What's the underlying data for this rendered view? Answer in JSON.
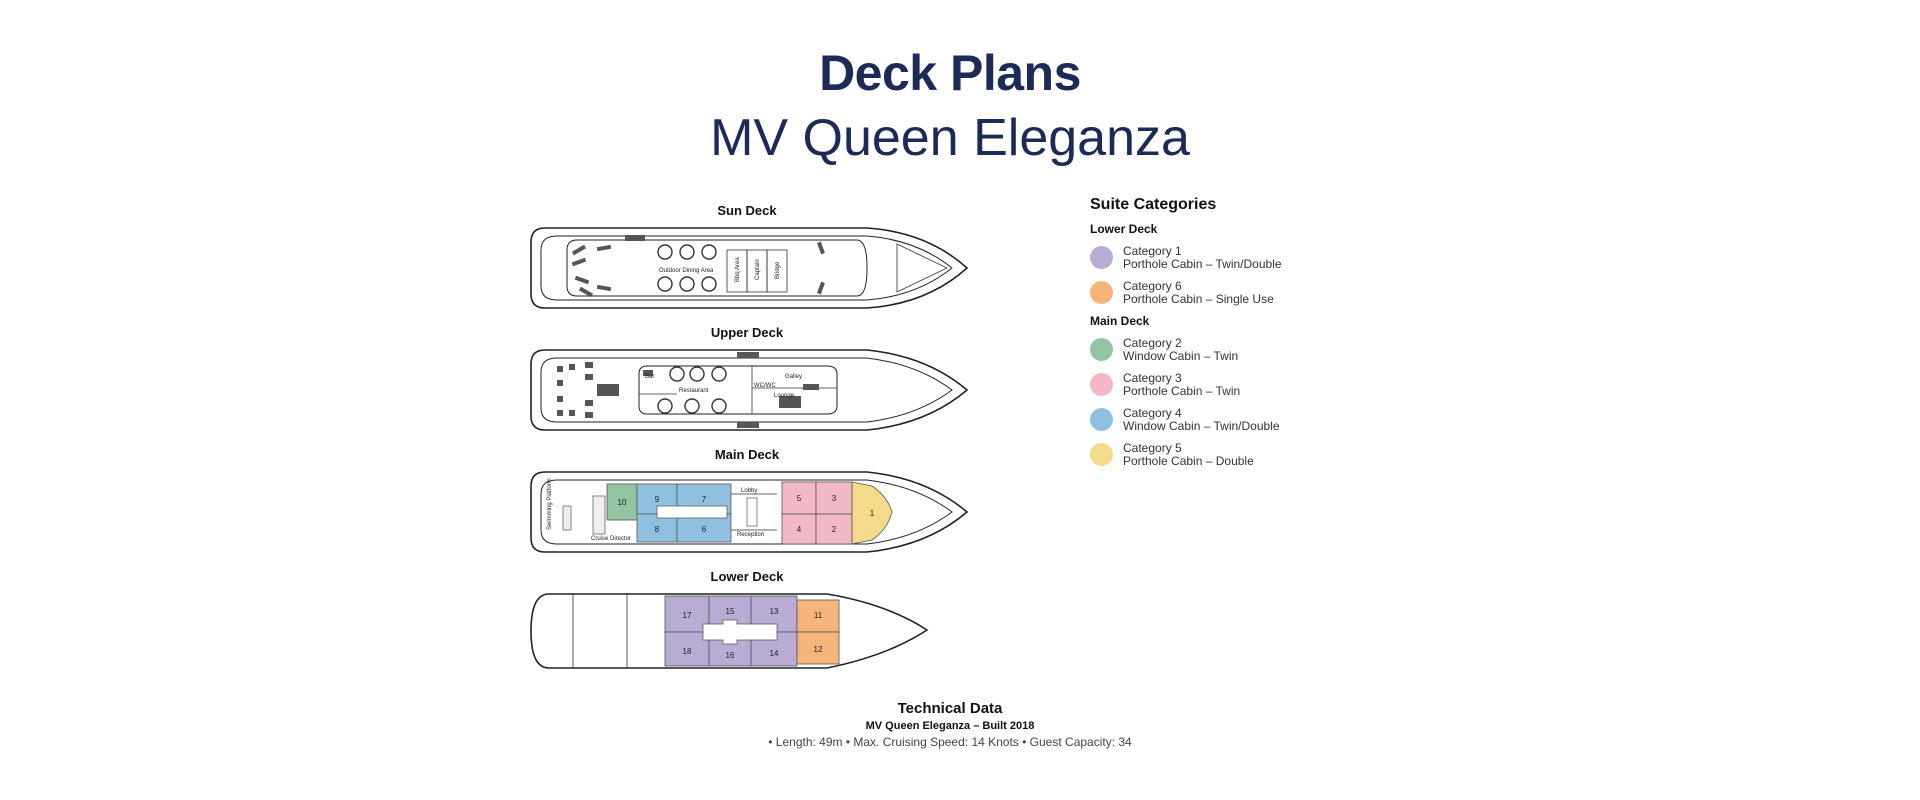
{
  "header": {
    "title": "Deck Plans",
    "subtitle": "MV Queen Eleganza"
  },
  "decks": {
    "sun": {
      "title": "Sun Deck",
      "labels": {
        "outdoor_dining": "Outdoor Dining Area",
        "bbq": "Bbq Area",
        "captain": "Captain",
        "bridge": "Bridge"
      }
    },
    "upper": {
      "title": "Upper Deck",
      "labels": {
        "bar": "Bar",
        "restaurant": "Restaurant",
        "galley": "Galley",
        "wc": "WC/WC",
        "lounge": "Lounge"
      }
    },
    "main": {
      "title": "Main Deck",
      "labels": {
        "lobby": "Lobby",
        "reception": "Reception",
        "cruise_director": "Cruise Director",
        "swimming": "Swimming Platform"
      },
      "cabins": [
        "10",
        "9",
        "7",
        "8",
        "6",
        "5",
        "3",
        "4",
        "2",
        "1"
      ]
    },
    "lower": {
      "title": "Lower Deck",
      "cabins": [
        "17",
        "15",
        "13",
        "11",
        "18",
        "16",
        "14",
        "12"
      ]
    }
  },
  "legend": {
    "title": "Suite Categories",
    "sections": [
      {
        "name": "Lower Deck",
        "items": [
          {
            "name": "Category 1",
            "desc": "Porthole Cabin – Twin/Double",
            "color": "#b9acd4"
          },
          {
            "name": "Category 6",
            "desc": "Porthole Cabin – Single Use",
            "color": "#f5b57a"
          }
        ]
      },
      {
        "name": "Main Deck",
        "items": [
          {
            "name": "Category 2",
            "desc": "Window Cabin – Twin",
            "color": "#93c4a2"
          },
          {
            "name": "Category 3",
            "desc": "Porthole Cabin – Twin",
            "color": "#f2b8c6"
          },
          {
            "name": "Category 4",
            "desc": "Window Cabin – Twin/Double",
            "color": "#8fc0e0"
          },
          {
            "name": "Category 5",
            "desc": "Porthole Cabin – Double",
            "color": "#f6da8c"
          }
        ]
      }
    ]
  },
  "technical": {
    "title": "Technical Data",
    "subtitle": "MV Queen Eleganza – Built 2018",
    "specs": "• Length: 49m • Max. Cruising Speed: 14 Knots • Guest Capacity: 34"
  }
}
